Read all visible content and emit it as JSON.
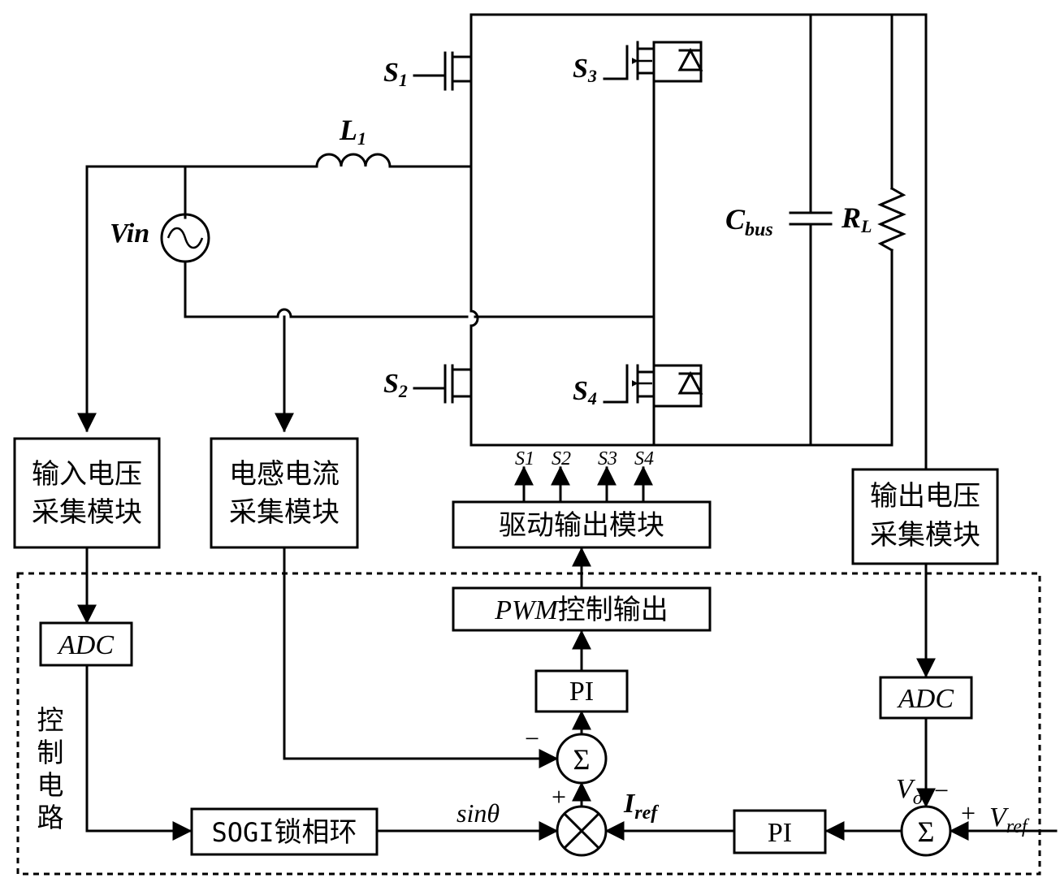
{
  "labels": {
    "s1": "S",
    "s1_sub": "1",
    "s2": "S",
    "s2_sub": "2",
    "s3": "S",
    "s3_sub": "3",
    "s4": "S",
    "s4_sub": "4",
    "l1": "L",
    "l1_sub": "1",
    "vin": "Vin",
    "cbus": "C",
    "cbus_sub": "bus",
    "rl": "R",
    "rl_sub": "L",
    "gate1": "S1",
    "gate2": "S2",
    "gate3": "S3",
    "gate4": "S4",
    "sin_theta": "sinθ",
    "iref": "I",
    "iref_sub": "ref",
    "vo": "V",
    "vo_sub": "o",
    "vref": "V",
    "vref_sub": "ref",
    "plus_upper": "+",
    "minus_upper": "−",
    "plus_lower": "+",
    "minus_lower": "−",
    "sigma": "Σ",
    "control_circuit": [
      "控",
      "制",
      "电",
      "路"
    ]
  },
  "blocks": {
    "input_voltage": [
      "输入电压",
      "采集模块"
    ],
    "inductor_current": [
      "电感电流",
      "采集模块"
    ],
    "output_voltage": [
      "输出电压",
      "采集模块"
    ],
    "driver": "驱动输出模块",
    "pwm_italic": "PWM",
    "pwm_rest": "控制输出",
    "pi_upper": "PI",
    "pi_lower": "PI",
    "adc_left": "ADC",
    "adc_right": "ADC",
    "sogi_prefix": "SOGI",
    "sogi_suffix": "锁相环"
  }
}
